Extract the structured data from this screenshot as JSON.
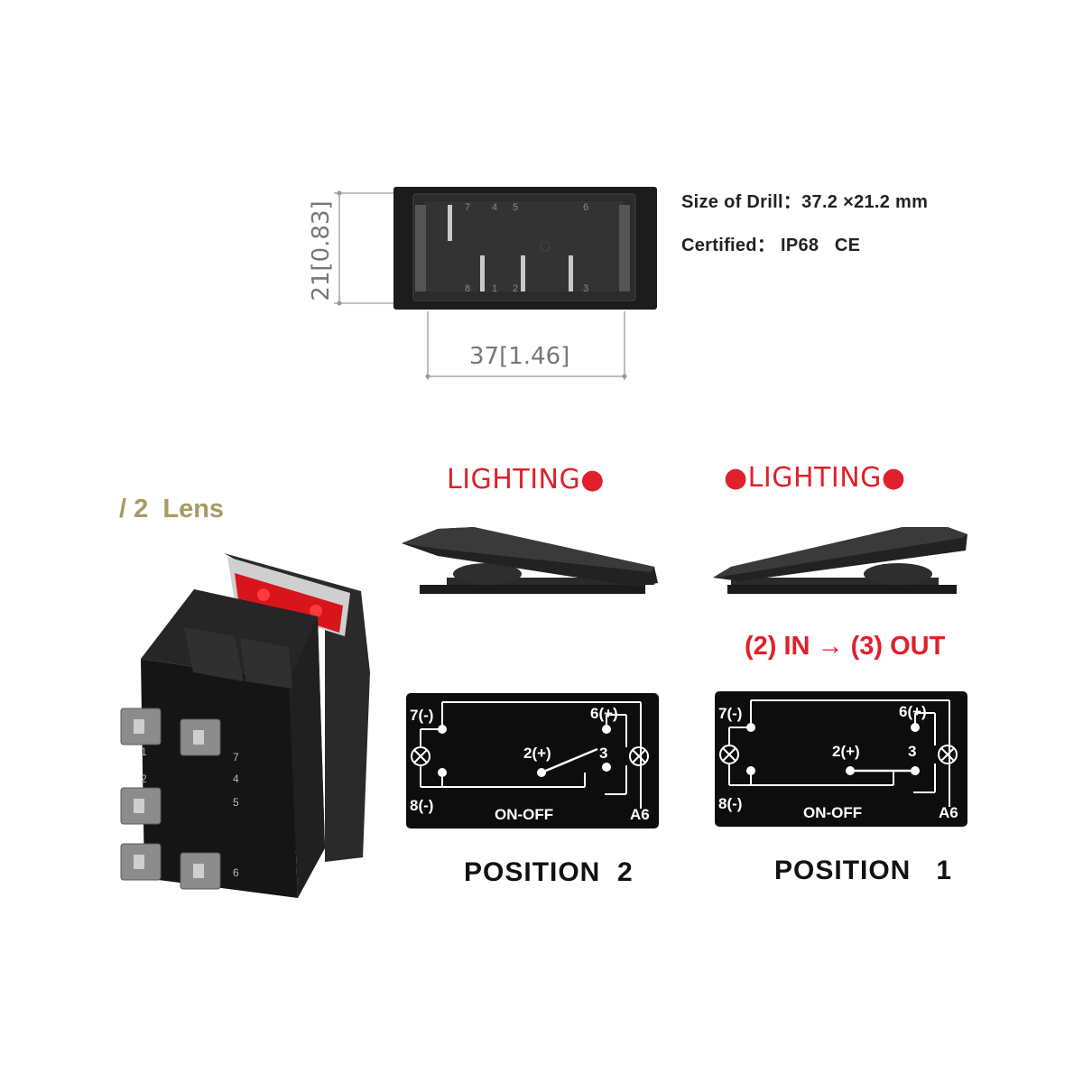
{
  "top": {
    "drill_size": "Size of Drill：37.2 ×21.2 mm",
    "certified": "Certified： IP68   CE",
    "height_dim": "21",
    "height_dim_inch": "0.83",
    "width_dim": "37",
    "width_dim_inch": "1.46",
    "pins_top": [
      "7",
      "4",
      "5",
      "6"
    ],
    "pins_bottom": [
      "8",
      "1",
      "2",
      "3"
    ]
  },
  "photo": {
    "lens_label": "/ 2  Lens",
    "pin_numbers": [
      "7",
      "1",
      "4",
      "2",
      "5",
      "6"
    ]
  },
  "position2": {
    "lighting": "LIGHTING●",
    "title": "POSITION  2",
    "schematic": {
      "t7": "7(-)",
      "t6": "6(+)",
      "t2": "2(+)",
      "t3": "3",
      "t8": "8(-)",
      "mode": "ON-OFF",
      "code": "A6"
    }
  },
  "position1": {
    "lighting": "●LIGHTING●",
    "flow": "(2) IN → (3) OUT",
    "title": "POSITION   1",
    "schematic": {
      "t7": "7(-)",
      "t6": "6(+)",
      "t2": "2(+)",
      "t3": "3",
      "t8": "8(-)",
      "mode": "ON-OFF",
      "code": "A6"
    }
  },
  "colors": {
    "accent_red": "#e0202a",
    "lens_gold": "#a89a62",
    "body_black": "#111111"
  }
}
